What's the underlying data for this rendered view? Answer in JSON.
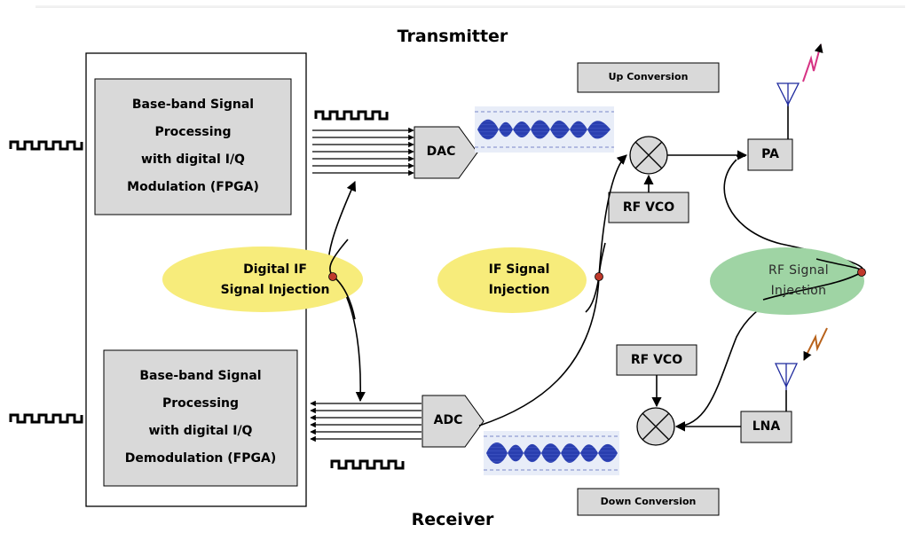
{
  "diagram": {
    "transmitter_title": "Transmitter",
    "receiver_title": "Receiver",
    "tx_baseband": {
      "line1": "Base-band  Signal",
      "line2": "Processing",
      "line3": "with digital I/Q",
      "line4": "Modulation (FPGA)"
    },
    "rx_baseband": {
      "line1": "Base-band  Signal",
      "line2": "Processing",
      "line3": "with digital I/Q",
      "line4": "Demodulation (FPGA)"
    },
    "dac_label": "DAC",
    "adc_label": "ADC",
    "pa_label": "PA",
    "lna_label": "LNA",
    "rf_vco_tx_label": "RF VCO",
    "rf_vco_rx_label": "RF VCO",
    "up_conversion_label": "Up Conversion",
    "down_conversion_label": "Down Conversion",
    "digital_if_injection": {
      "line1": "Digital IF",
      "line2": "Signal Injection"
    },
    "if_injection": {
      "line1": "IF Signal",
      "line2": "Injection"
    },
    "rf_injection": {
      "line1": "RF Signal",
      "line2": "Injection"
    },
    "colors": {
      "box_fill": "#d9d9d9",
      "injection_yellow": "#f7ec7b",
      "injection_green": "#9fd4a4",
      "waveform_blue": "#2a3fb0",
      "junction_red": "#c0392b",
      "tx_lightning": "#d63384",
      "rx_lightning": "#b8621b"
    }
  }
}
